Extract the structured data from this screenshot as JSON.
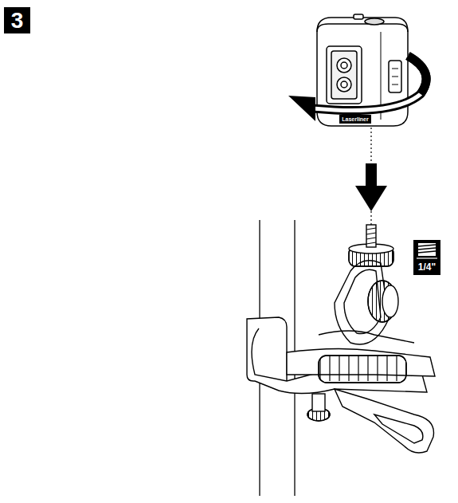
{
  "diagram": {
    "labels": [
      "3",
      "Laserliner",
      "1/4\""
    ]
  }
}
